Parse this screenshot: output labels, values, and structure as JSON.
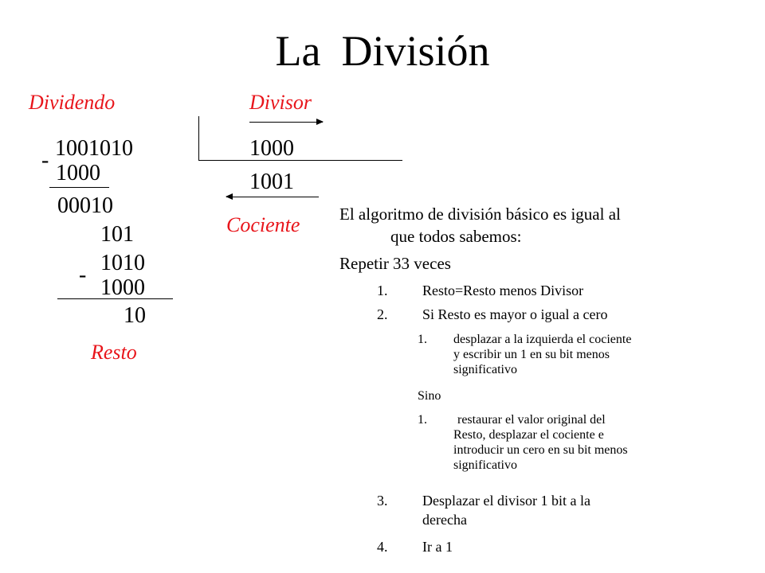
{
  "title": {
    "word1": "La",
    "word2": "División"
  },
  "labels": {
    "dividend": "Dividendo",
    "divisor": "Divisor",
    "quotient": "Cociente",
    "remainder": "Resto"
  },
  "division": {
    "dividend": "1001010",
    "minus1": "-",
    "sub1": "1000",
    "diff1": "00010",
    "bringdown": "101",
    "partial": "1010",
    "minus2": "-",
    "sub2": "1000",
    "remainder": "10",
    "divisor": "1000",
    "quotient": "1001"
  },
  "text": {
    "intro_line1": "El algoritmo de división básico es igual al",
    "intro_line2": "que todos sabemos:",
    "repeat": "Repetir 33 veces",
    "step1_num": "1.",
    "step1": "Resto=Resto menos Divisor",
    "step2_num": "2.",
    "step2": "Si Resto es mayor o igual a cero",
    "sub1_num": "1.",
    "sub1_l1": "desplazar a la izquierda el cociente",
    "sub1_l2": "y escribir un 1 en su bit menos",
    "sub1_l3": "significativo",
    "else": "Sino",
    "sub2_num": "1.",
    "sub2_l1": "restaurar el valor original del",
    "sub2_l2": "Resto, desplazar el cociente e",
    "sub2_l3": "introducir un cero en su bit menos",
    "sub2_l4": "significativo",
    "step3_num": "3.",
    "step3_l1": "Desplazar el  divisor 1 bit a la",
    "step3_l2": "derecha",
    "step4_num": "4.",
    "step4": "Ir a 1"
  },
  "colors": {
    "accent": "#e8151b"
  }
}
